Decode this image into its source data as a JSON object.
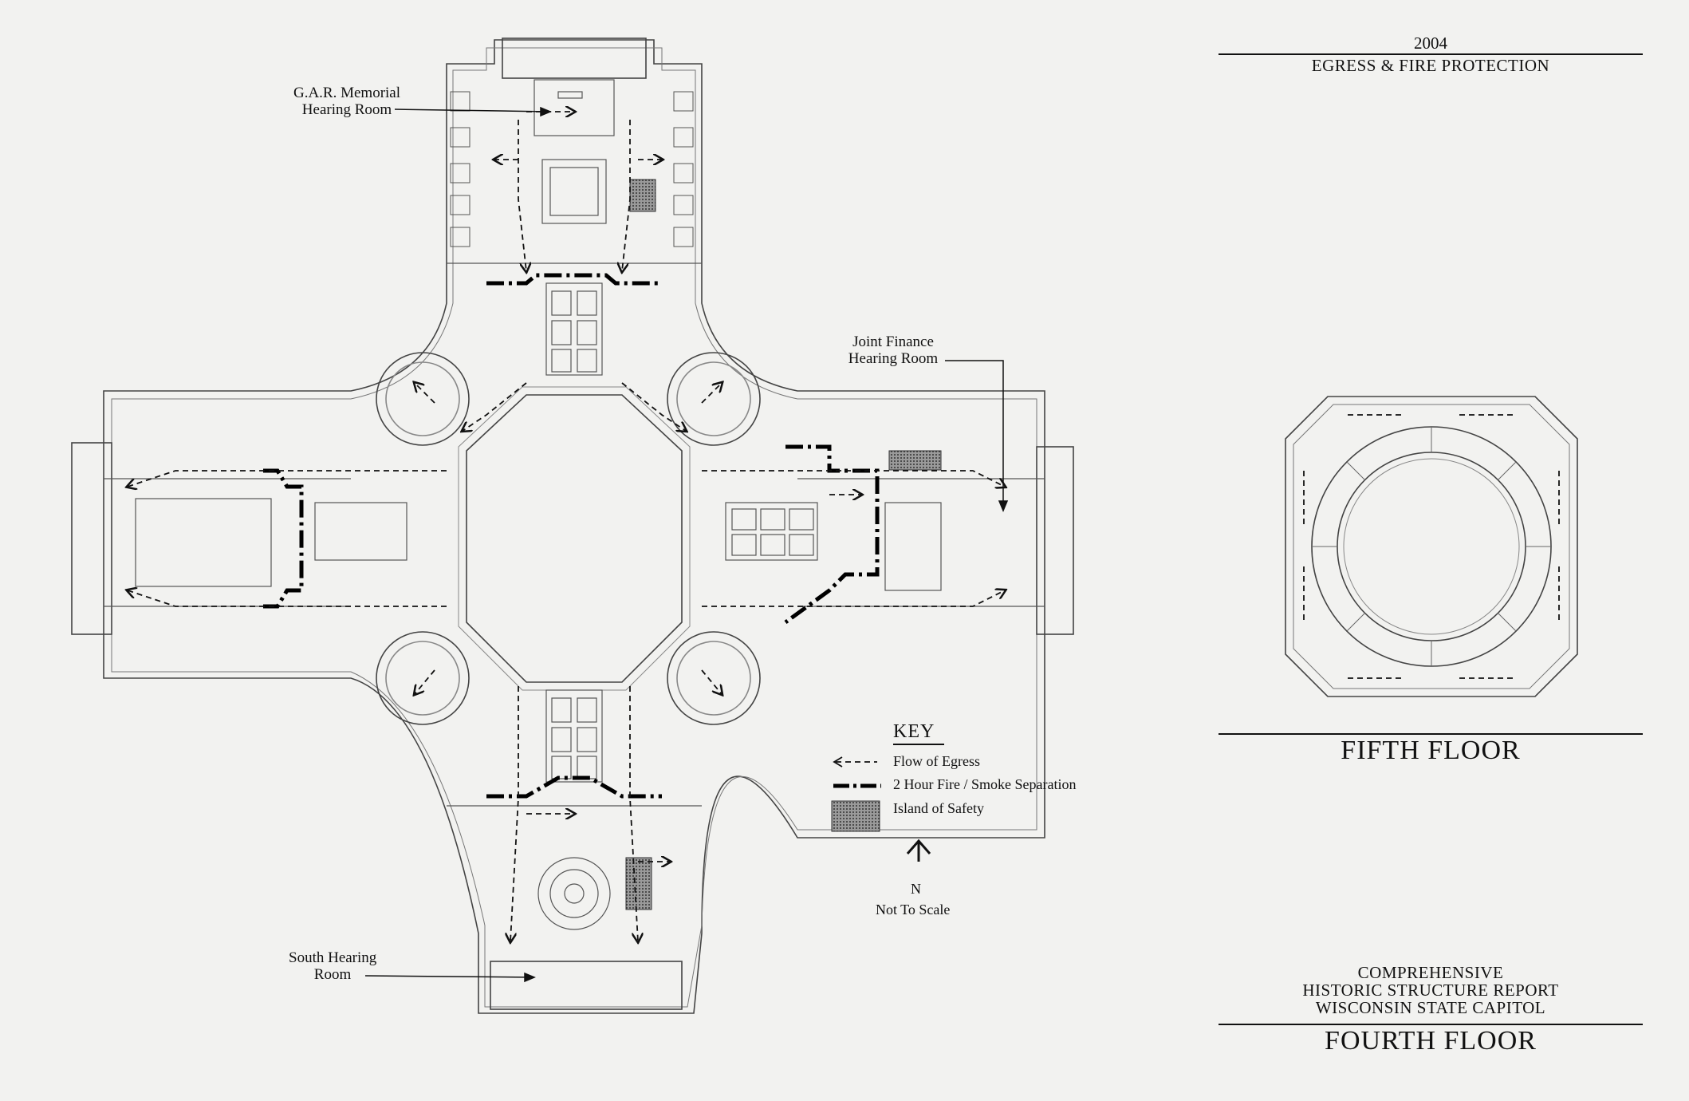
{
  "title": {
    "year": "2004",
    "subtitle": "EGRESS & FIRE PROTECTION"
  },
  "labels": {
    "gar_memorial": [
      "G.A.R. Memorial",
      "Hearing Room"
    ],
    "joint_finance": [
      "Joint Finance",
      "Hearing Room"
    ],
    "south_hearing": [
      "South Hearing",
      "Room"
    ]
  },
  "key": {
    "title": "KEY",
    "items": [
      {
        "symbol": "flow-of-egress-arrow-icon",
        "label": "Flow of Egress"
      },
      {
        "symbol": "fire-separation-line-icon",
        "label": "2 Hour Fire / Smoke Separation"
      },
      {
        "symbol": "island-of-safety-swatch",
        "label": "Island of Safety"
      }
    ],
    "north_letter": "N",
    "scale_note": "Not To Scale"
  },
  "floors": {
    "fifth": "FIFTH FLOOR",
    "fourth": "FOURTH FLOOR"
  },
  "report": [
    "COMPREHENSIVE",
    "HISTORIC STRUCTURE REPORT",
    "WISCONSIN STATE CAPITOL"
  ],
  "colors": {
    "paper": "#f2f2f0",
    "ink": "#111111",
    "wall": "#555555",
    "fire_separation": "#000000"
  }
}
